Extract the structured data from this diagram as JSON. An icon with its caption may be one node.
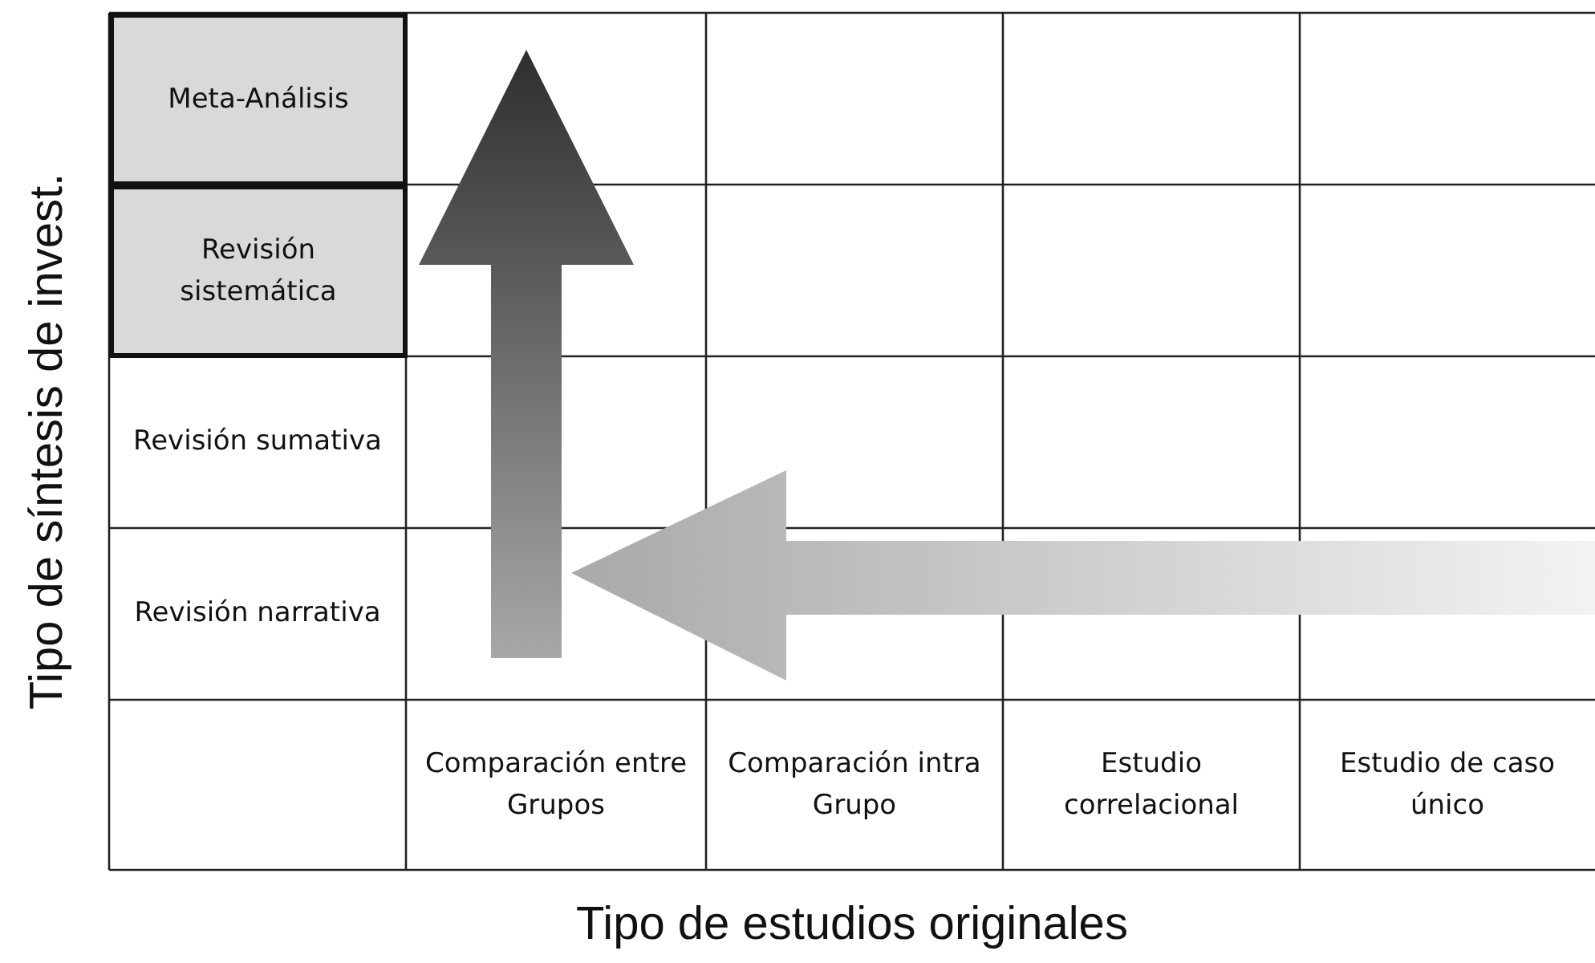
{
  "diagram": {
    "nodes": [
      {
        "text": [
          "Meta-Análisis"
        ]
      },
      {
        "text": [
          "Revisión sistemática"
        ]
      }
    ],
    "labels": [
      "Tipo de síntesis de invest.",
      "Revisión sumativa",
      "Revisión narrativa",
      "Comparación entre Grupos",
      "Comparación intra Grupo",
      "Estudio correlacional",
      "Estudio de caso único",
      "Tipo de estudios originales"
    ]
  }
}
